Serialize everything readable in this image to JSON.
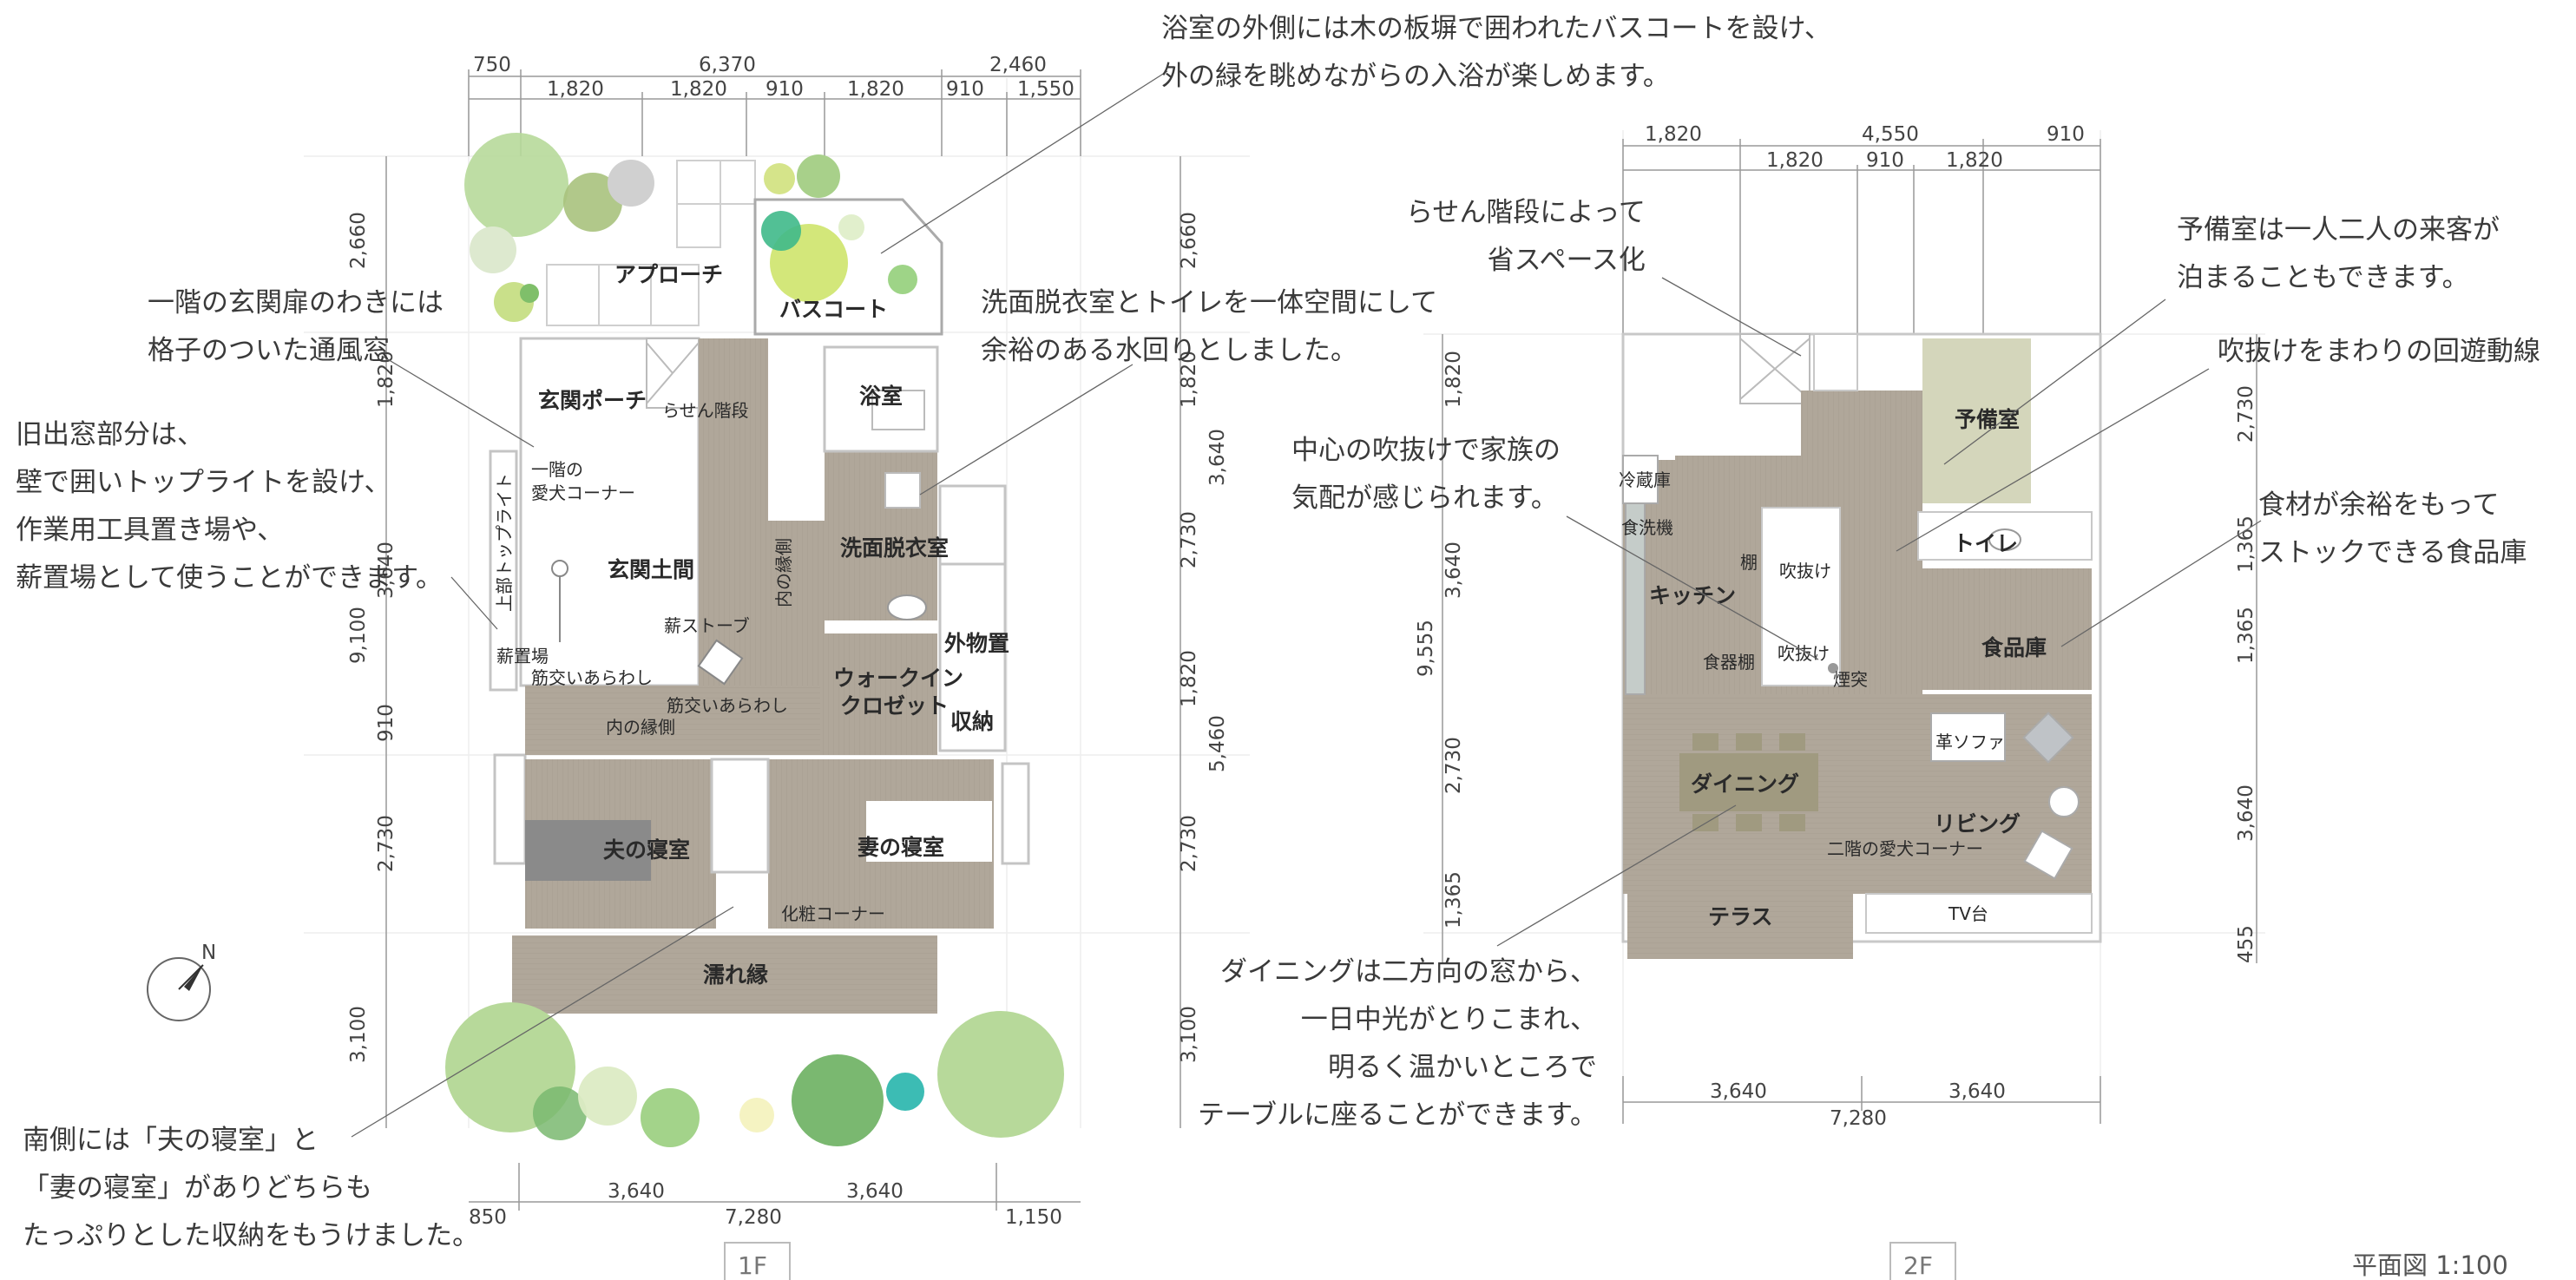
{
  "floor_1": {
    "label": "1F",
    "dims_top_row1": [
      "750",
      "6,370",
      "2,460"
    ],
    "dims_top_row2": [
      "1,820",
      "1,820",
      "910",
      "1,820",
      "910",
      "1,550"
    ],
    "dims_left": [
      "2,660",
      "1,820",
      "3,640",
      "9,100",
      "910",
      "2,730",
      "3,100"
    ],
    "dims_right": [
      "2,660",
      "1,820",
      "3,640",
      "2,730",
      "1,820",
      "5,460",
      "2,730",
      "3,100"
    ],
    "dims_bottom_row1": [
      "3,640",
      "3,640"
    ],
    "dims_bottom_row2": [
      "850",
      "7,280",
      "1,150"
    ],
    "rooms": {
      "approach": "アプローチ",
      "bath_court": "バスコート",
      "entrance_porch": "玄関ポーチ",
      "spiral_stair": "らせん階段",
      "bathroom": "浴室",
      "skylight": "上部トップライト",
      "dog_corner": "一階の\n愛犬コーナー",
      "entrance_hall": "玄関土間",
      "inner_veranda_v": "内の縁側",
      "washroom": "洗面脱衣室",
      "wood_stove": "薪ストーブ",
      "outdoor_storage": "外物置",
      "firewood": "薪置場",
      "bracing1": "筋交いあらわし",
      "bracing2": "筋交いあらわし",
      "inner_veranda_h": "内の縁側",
      "walkin_closet": "ウォークイン\nクロゼット",
      "storage": "収納",
      "husband_bedroom": "夫の寝室",
      "wife_bedroom": "妻の寝室",
      "vanity_corner": "化粧コーナー",
      "outer_veranda": "濡れ縁"
    },
    "north": "N"
  },
  "floor_2": {
    "label": "2F",
    "dims_top_row1": [
      "1,820",
      "4,550",
      "910"
    ],
    "dims_top_row2": [
      "1,820",
      "910",
      "1,820"
    ],
    "dims_left": [
      "1,820",
      "3,640",
      "9,555",
      "2,730",
      "1,365"
    ],
    "dims_right": [
      "2,730",
      "1,365",
      "1,365",
      "3,640",
      "455"
    ],
    "dims_bottom_row1": [
      "3,640",
      "3,640"
    ],
    "dims_bottom_row2": [
      "7,280"
    ],
    "rooms": {
      "spare_room": "予備室",
      "refrigerator": "冷蔵庫",
      "dishwasher": "食洗機",
      "shelf": "棚",
      "void1": "吹抜け",
      "toilet": "トイレ",
      "kitchen": "キッチン",
      "dish_shelf": "食器棚",
      "void2": "吹抜け",
      "chimney": "煙突",
      "pantry": "食品庫",
      "leather_sofa": "革ソファ",
      "dining": "ダイニング",
      "living": "リビング",
      "dog_corner2": "二階の愛犬コーナー",
      "terrace": "テラス",
      "tv_stand": "TV台"
    }
  },
  "annotations": {
    "bath_court": [
      "浴室の外側には木の板塀で囲われたバスコートを設け、",
      "外の緑を眺めながらの入浴が楽しめます。"
    ],
    "entrance_window": [
      "一階の玄関扉のわきには",
      "格子のついた通風窓"
    ],
    "washroom_toilet": [
      "洗面脱衣室とトイレを一体空間にして",
      "余裕のある水回りとしました。"
    ],
    "old_bay_window": [
      "旧出窓部分は、",
      "壁で囲いトップライトを設け、",
      "作業用工具置き場や、",
      "薪置場として使うことができます。"
    ],
    "spiral_stair": [
      "らせん階段によって",
      "省スペース化"
    ],
    "spare_room": [
      "予備室は一人二人の来客が",
      "泊まることもできます。"
    ],
    "circulation": [
      "吹抜けをまわりの回遊動線"
    ],
    "central_void": [
      "中心の吹抜けで家族の",
      "気配が感じられます。"
    ],
    "pantry": [
      "食材が余裕をもって",
      "ストックできる食品庫"
    ],
    "dining": [
      "ダイニングは二方向の窓から、",
      "一日中光がとりこまれ、",
      "明るく温かいところで",
      "テーブルに座ることができます。"
    ],
    "bedrooms": [
      "南側には「夫の寝室」と",
      "「妻の寝室」がありどちらも",
      "たっぷりとした収納をもうけました。"
    ]
  },
  "scale_label": "平面図 1:100",
  "colors": {
    "floor_wood": "#b0a79a",
    "tatami": "#d4d6bb",
    "dining_table": "#a09a80",
    "tree_green_light": "#b7d99a",
    "tree_green_dark": "#7ab870",
    "tree_teal": "#3cbcb4"
  }
}
